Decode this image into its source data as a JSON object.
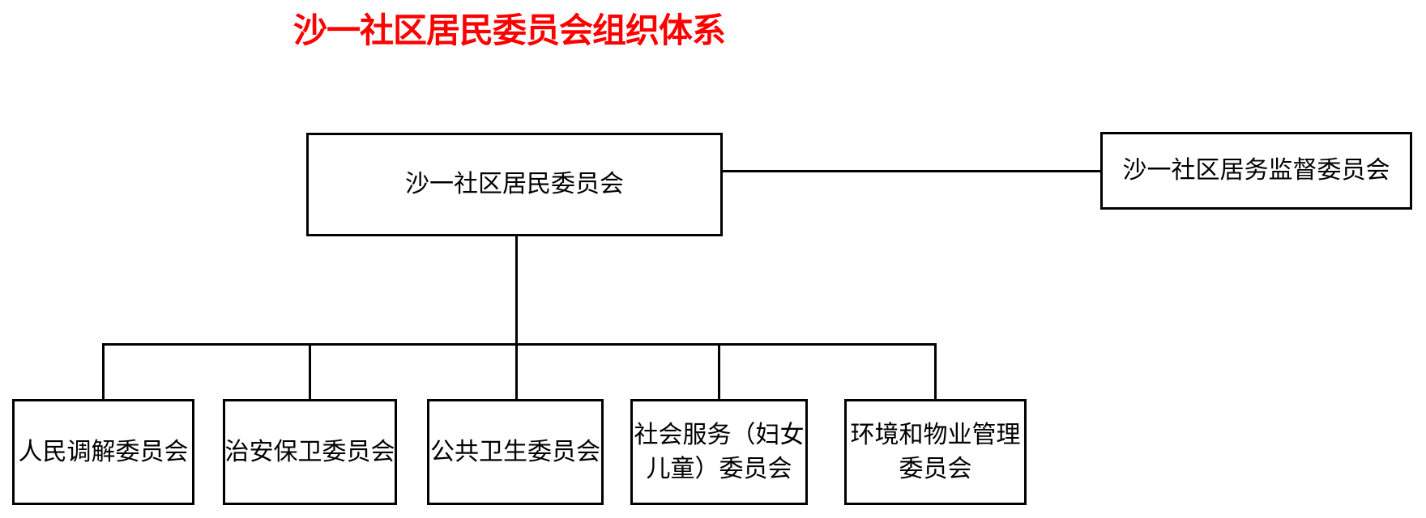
{
  "title": {
    "text": "沙一社区居民委员会组织体系",
    "color": "#ff0000"
  },
  "nodes": {
    "root": {
      "label": "沙一社区居民委员会"
    },
    "supervisor": {
      "label": "沙一社区居务监督委员会"
    },
    "children": [
      {
        "label": "人民调解委员会",
        "lines": [
          "人民调解委员会"
        ]
      },
      {
        "label": "治安保卫委员会",
        "lines": [
          "治安保卫委员会"
        ]
      },
      {
        "label": "公共卫生委员会",
        "lines": [
          "公共卫生委员会"
        ]
      },
      {
        "label": "社会服务（妇女儿童）委员会",
        "lines": [
          "社会服务（妇女",
          "儿童）委员会"
        ]
      },
      {
        "label": "环境和物业管理委员会",
        "lines": [
          "环境和物业管理",
          "委员会"
        ]
      }
    ]
  },
  "colors": {
    "background": "#ffffff",
    "title": "#ff0000",
    "box_border": "#000000",
    "connector": "#000000",
    "text": "#000000"
  }
}
